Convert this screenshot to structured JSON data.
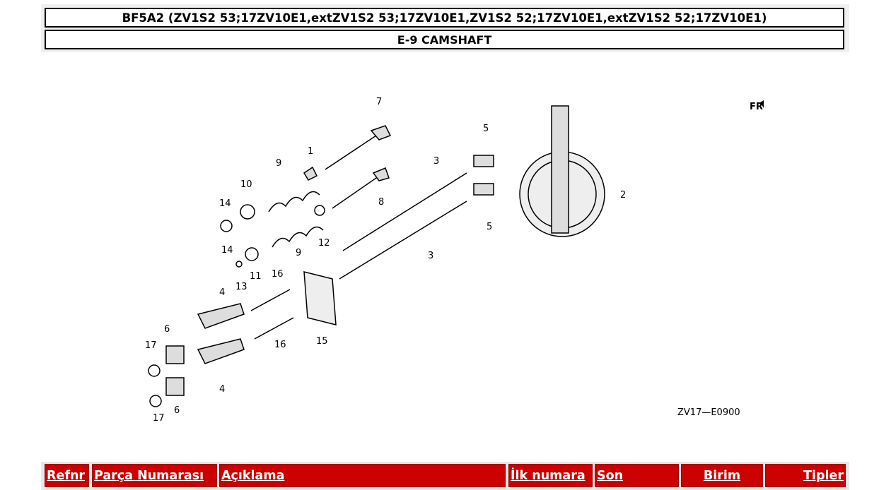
{
  "header": {
    "model_title": "BF5A2 (ZV1S2 53;17ZV10E1,extZV1S2 53;17ZV10E1,ZV1S2 52;17ZV10E1,extZV1S2 52;17ZV10E1)",
    "section_title": "E-9 CAMSHAFT"
  },
  "diagram": {
    "front_marker": "FR.",
    "drawing_code": "ZV17—E0900",
    "callouts": [
      "7",
      "1",
      "9",
      "10",
      "14",
      "14",
      "11",
      "13",
      "9",
      "12",
      "8",
      "3",
      "5",
      "5",
      "3",
      "2",
      "16",
      "16",
      "4",
      "4",
      "15",
      "6",
      "6",
      "17",
      "17"
    ]
  },
  "table": {
    "columns": [
      "Refnr",
      "Parça Numarası",
      "Açıklama",
      "İlk numara",
      "Son",
      "Birim",
      "Tipler"
    ]
  },
  "colors": {
    "header_red": "#cc0000",
    "text_white": "#ffffff"
  }
}
